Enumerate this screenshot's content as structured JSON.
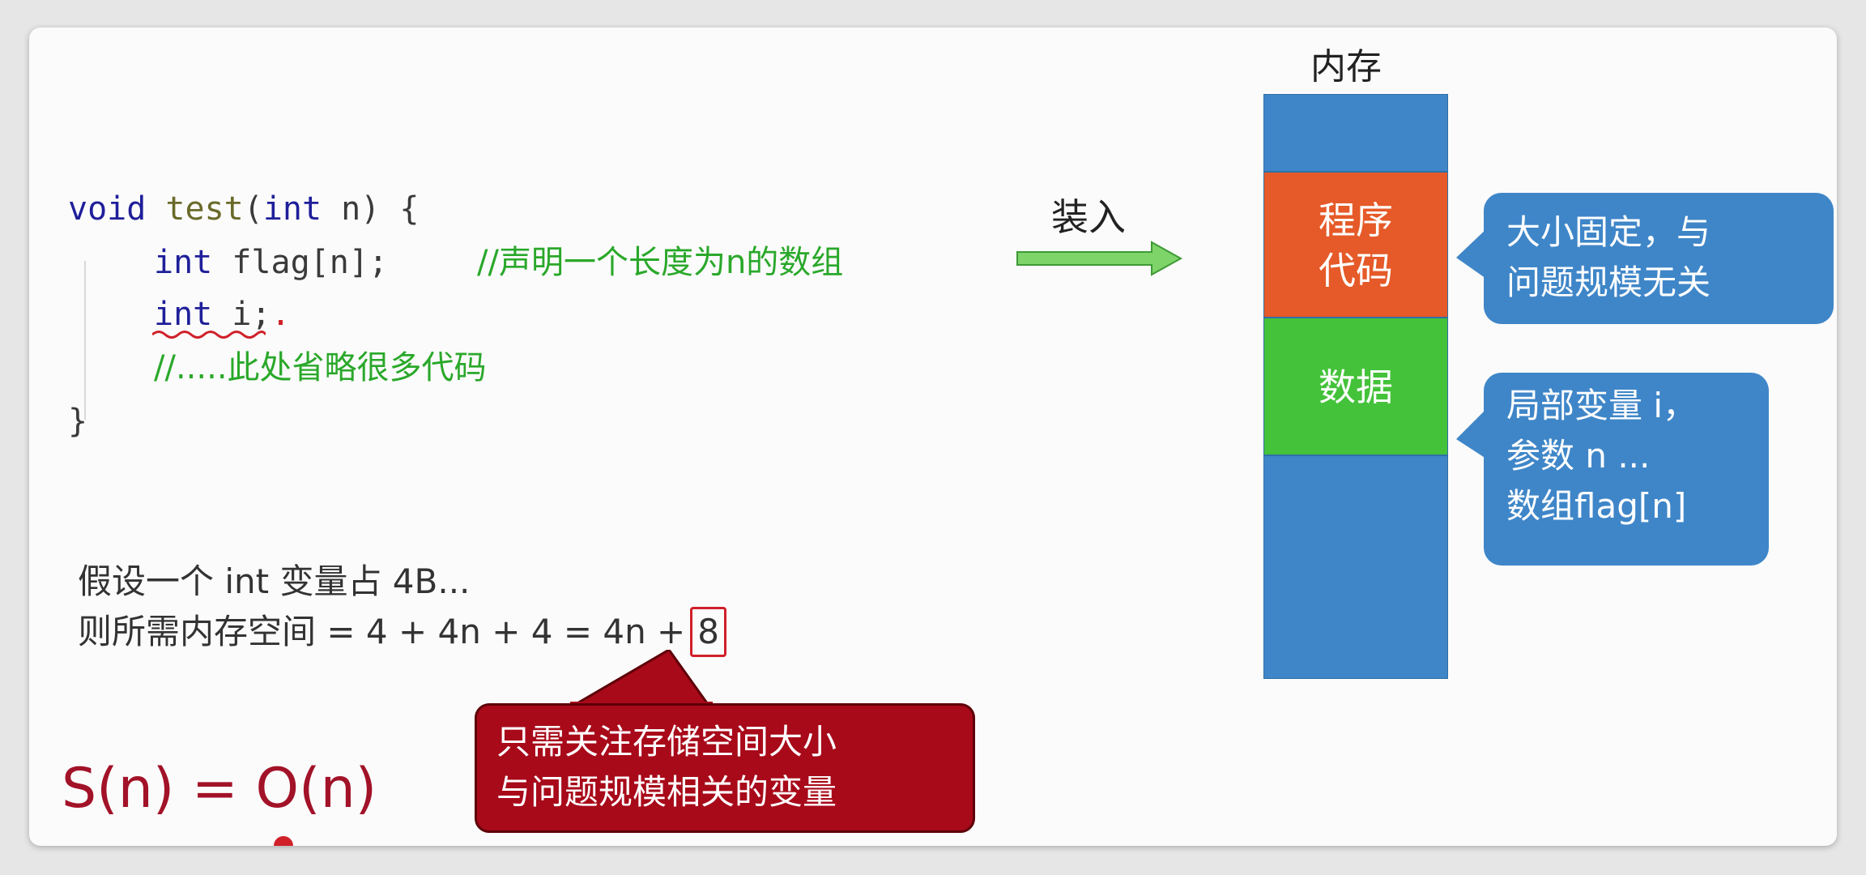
{
  "code": {
    "line1": {
      "kw": "void ",
      "fn": "test",
      "rest": "(",
      "kw2": "int",
      "rest2": " n) {"
    },
    "line2": {
      "kw": "int",
      "rest": " flag[n];",
      "comment": "//声明一个长度为n的数组"
    },
    "line3": {
      "kw": "int",
      "rest": " i;",
      "dot": "."
    },
    "line4": {
      "comment": "//.....此处省略很多代码"
    },
    "line5": {
      "text": "}"
    }
  },
  "load_label": "装入",
  "memory": {
    "title": "内存",
    "code_block_line1": "程序",
    "code_block_line2": "代码",
    "data_block": "数据",
    "colors": {
      "memory": "#3f86c8",
      "code": "#e55a28",
      "data": "#44c23a"
    }
  },
  "callouts": {
    "fixed_line1": "大小固定，与",
    "fixed_line2": "问题规模无关",
    "data_line1": "局部变量 i，",
    "data_line2": "参数 n ...",
    "data_line3": "数组flag[n]"
  },
  "assumption": "假设一个 int 变量占 4B...",
  "formula": {
    "text": "则所需内存空间 = 4 + 4n + 4 = 4n +",
    "boxed": "8"
  },
  "red_callout": {
    "line1": "只需关注存储空间大小",
    "line2": "与问题规模相关的变量"
  },
  "complexity": "S(n) = O(n)"
}
